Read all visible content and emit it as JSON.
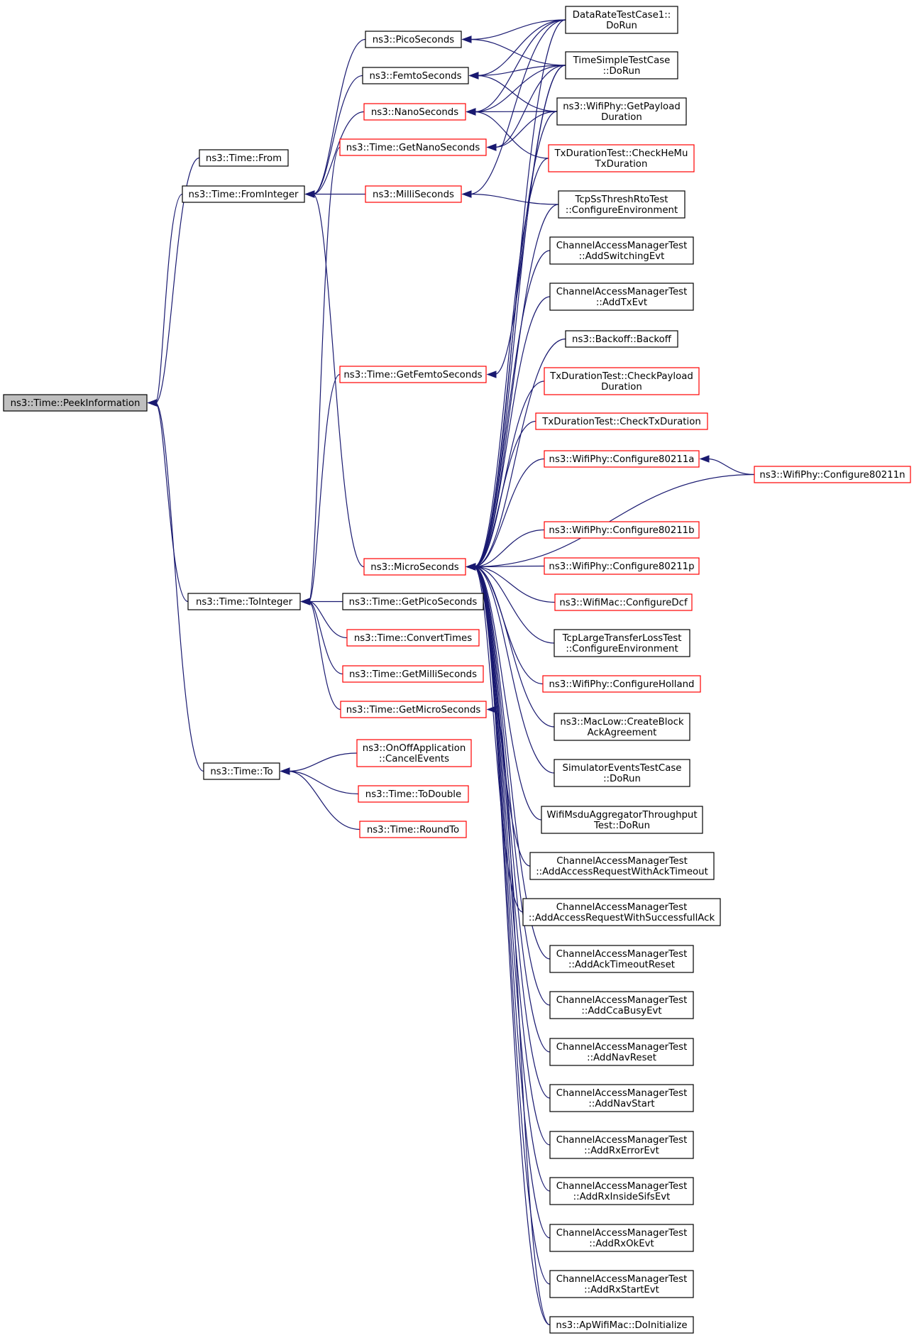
{
  "graph": {
    "colors": {
      "edge": "#191970",
      "normal_border": "#000000",
      "incomplete_border": "#ff0000",
      "focus_fill": "#bfbfbf"
    },
    "nodes": [
      {
        "id": "peek",
        "lines": [
          "ns3::Time::PeekInformation"
        ],
        "style": "focus"
      },
      {
        "id": "from",
        "lines": [
          "ns3::Time::From"
        ],
        "style": "normal"
      },
      {
        "id": "fromint",
        "lines": [
          "ns3::Time::FromInteger"
        ],
        "style": "normal"
      },
      {
        "id": "toint",
        "lines": [
          "ns3::Time::ToInteger"
        ],
        "style": "normal"
      },
      {
        "id": "to",
        "lines": [
          "ns3::Time::To"
        ],
        "style": "normal"
      },
      {
        "id": "pico",
        "lines": [
          "ns3::PicoSeconds"
        ],
        "style": "normal"
      },
      {
        "id": "femto",
        "lines": [
          "ns3::FemtoSeconds"
        ],
        "style": "normal"
      },
      {
        "id": "nano",
        "lines": [
          "ns3::NanoSeconds"
        ],
        "style": "red"
      },
      {
        "id": "getnano",
        "lines": [
          "ns3::Time::GetNanoSeconds"
        ],
        "style": "red"
      },
      {
        "id": "milli",
        "lines": [
          "ns3::MilliSeconds"
        ],
        "style": "red"
      },
      {
        "id": "getfemto",
        "lines": [
          "ns3::Time::GetFemtoSeconds"
        ],
        "style": "red"
      },
      {
        "id": "micro",
        "lines": [
          "ns3::MicroSeconds"
        ],
        "style": "red"
      },
      {
        "id": "getpico",
        "lines": [
          "ns3::Time::GetPicoSeconds"
        ],
        "style": "normal"
      },
      {
        "id": "convert",
        "lines": [
          "ns3::Time::ConvertTimes"
        ],
        "style": "red"
      },
      {
        "id": "getmilli",
        "lines": [
          "ns3::Time::GetMilliSeconds"
        ],
        "style": "red"
      },
      {
        "id": "getmicro",
        "lines": [
          "ns3::Time::GetMicroSeconds"
        ],
        "style": "red"
      },
      {
        "id": "onoff",
        "lines": [
          "ns3::OnOffApplication",
          "::CancelEvents"
        ],
        "style": "red"
      },
      {
        "id": "todouble",
        "lines": [
          "ns3::Time::ToDouble"
        ],
        "style": "red"
      },
      {
        "id": "roundto",
        "lines": [
          "ns3::Time::RoundTo"
        ],
        "style": "red"
      },
      {
        "id": "datarate",
        "lines": [
          "DataRateTestCase1::",
          "DoRun"
        ],
        "style": "normal"
      },
      {
        "id": "timesimple",
        "lines": [
          "TimeSimpleTestCase",
          "::DoRun"
        ],
        "style": "normal"
      },
      {
        "id": "payload",
        "lines": [
          "ns3::WifiPhy::GetPayload",
          "Duration"
        ],
        "style": "normal"
      },
      {
        "id": "txdurhemu",
        "lines": [
          "TxDurationTest::CheckHeMu",
          "TxDuration"
        ],
        "style": "red"
      },
      {
        "id": "tcpss",
        "lines": [
          "TcpSsThreshRtoTest",
          "::ConfigureEnvironment"
        ],
        "style": "normal"
      },
      {
        "id": "cam_switch",
        "lines": [
          "ChannelAccessManagerTest",
          "::AddSwitchingEvt"
        ],
        "style": "normal"
      },
      {
        "id": "cam_tx",
        "lines": [
          "ChannelAccessManagerTest",
          "::AddTxEvt"
        ],
        "style": "normal"
      },
      {
        "id": "backoff",
        "lines": [
          "ns3::Backoff::Backoff"
        ],
        "style": "normal"
      },
      {
        "id": "txdurpayload",
        "lines": [
          "TxDurationTest::CheckPayload",
          "Duration"
        ],
        "style": "red"
      },
      {
        "id": "txdurcheck",
        "lines": [
          "TxDurationTest::CheckTxDuration"
        ],
        "style": "red"
      },
      {
        "id": "cfg_a",
        "lines": [
          "ns3::WifiPhy::Configure80211a"
        ],
        "style": "red"
      },
      {
        "id": "cfg_n",
        "lines": [
          "ns3::WifiPhy::Configure80211n"
        ],
        "style": "red"
      },
      {
        "id": "cfg_b",
        "lines": [
          "ns3::WifiPhy::Configure80211b"
        ],
        "style": "red"
      },
      {
        "id": "cfg_p",
        "lines": [
          "ns3::WifiPhy::Configure80211p"
        ],
        "style": "red"
      },
      {
        "id": "cfg_dcf",
        "lines": [
          "ns3::WifiMac::ConfigureDcf"
        ],
        "style": "red"
      },
      {
        "id": "tcplarge",
        "lines": [
          "TcpLargeTransferLossTest",
          "::ConfigureEnvironment"
        ],
        "style": "normal"
      },
      {
        "id": "cfg_holland",
        "lines": [
          "ns3::WifiPhy::ConfigureHolland"
        ],
        "style": "red"
      },
      {
        "id": "maclow",
        "lines": [
          "ns3::MacLow::CreateBlock",
          "AckAgreement"
        ],
        "style": "normal"
      },
      {
        "id": "simevents",
        "lines": [
          "SimulatorEventsTestCase",
          "::DoRun"
        ],
        "style": "normal"
      },
      {
        "id": "wifimsdu",
        "lines": [
          "WifiMsduAggregatorThroughput",
          "Test::DoRun"
        ],
        "style": "normal"
      },
      {
        "id": "cam_ackto",
        "lines": [
          "ChannelAccessManagerTest",
          "::AddAccessRequestWithAckTimeout"
        ],
        "style": "normal"
      },
      {
        "id": "cam_success",
        "lines": [
          "ChannelAccessManagerTest",
          "::AddAccessRequestWithSuccessfullAck"
        ],
        "style": "normal"
      },
      {
        "id": "cam_acktoreset",
        "lines": [
          "ChannelAccessManagerTest",
          "::AddAckTimeoutReset"
        ],
        "style": "normal"
      },
      {
        "id": "cam_cca",
        "lines": [
          "ChannelAccessManagerTest",
          "::AddCcaBusyEvt"
        ],
        "style": "normal"
      },
      {
        "id": "cam_navreset",
        "lines": [
          "ChannelAccessManagerTest",
          "::AddNavReset"
        ],
        "style": "normal"
      },
      {
        "id": "cam_navstart",
        "lines": [
          "ChannelAccessManagerTest",
          "::AddNavStart"
        ],
        "style": "normal"
      },
      {
        "id": "cam_rxerr",
        "lines": [
          "ChannelAccessManagerTest",
          "::AddRxErrorEvt"
        ],
        "style": "normal"
      },
      {
        "id": "cam_rxsifs",
        "lines": [
          "ChannelAccessManagerTest",
          "::AddRxInsideSifsEvt"
        ],
        "style": "normal"
      },
      {
        "id": "cam_rxok",
        "lines": [
          "ChannelAccessManagerTest",
          "::AddRxOkEvt"
        ],
        "style": "normal"
      },
      {
        "id": "cam_rxstart",
        "lines": [
          "ChannelAccessManagerTest",
          "::AddRxStartEvt"
        ],
        "style": "normal"
      },
      {
        "id": "apwifi",
        "lines": [
          "ns3::ApWifiMac::DoInitialize"
        ],
        "style": "normal"
      }
    ],
    "edges": [
      [
        "peek",
        "from"
      ],
      [
        "peek",
        "fromint"
      ],
      [
        "peek",
        "toint"
      ],
      [
        "peek",
        "to"
      ],
      [
        "fromint",
        "pico"
      ],
      [
        "fromint",
        "femto"
      ],
      [
        "fromint",
        "nano"
      ],
      [
        "fromint",
        "milli"
      ],
      [
        "fromint",
        "micro"
      ],
      [
        "toint",
        "getnano"
      ],
      [
        "toint",
        "getfemto"
      ],
      [
        "toint",
        "getpico"
      ],
      [
        "toint",
        "convert"
      ],
      [
        "toint",
        "getmilli"
      ],
      [
        "toint",
        "getmicro"
      ],
      [
        "to",
        "onoff"
      ],
      [
        "to",
        "todouble"
      ],
      [
        "to",
        "roundto"
      ],
      [
        "pico",
        "datarate"
      ],
      [
        "pico",
        "timesimple"
      ],
      [
        "femto",
        "datarate"
      ],
      [
        "femto",
        "timesimple"
      ],
      [
        "femto",
        "payload"
      ],
      [
        "nano",
        "datarate"
      ],
      [
        "nano",
        "timesimple"
      ],
      [
        "nano",
        "payload"
      ],
      [
        "nano",
        "txdurhemu"
      ],
      [
        "getnano",
        "timesimple"
      ],
      [
        "getnano",
        "payload"
      ],
      [
        "milli",
        "datarate"
      ],
      [
        "milli",
        "tcpss"
      ],
      [
        "getfemto",
        "timesimple"
      ],
      [
        "getmicro",
        "apwifi"
      ],
      [
        "micro",
        "datarate"
      ],
      [
        "micro",
        "timesimple"
      ],
      [
        "micro",
        "payload"
      ],
      [
        "micro",
        "txdurhemu"
      ],
      [
        "micro",
        "tcpss"
      ],
      [
        "micro",
        "cam_switch"
      ],
      [
        "micro",
        "cam_tx"
      ],
      [
        "micro",
        "backoff"
      ],
      [
        "micro",
        "txdurpayload"
      ],
      [
        "micro",
        "txdurcheck"
      ],
      [
        "micro",
        "cfg_a"
      ],
      [
        "micro",
        "cfg_n"
      ],
      [
        "micro",
        "cfg_b"
      ],
      [
        "micro",
        "cfg_p"
      ],
      [
        "micro",
        "cfg_dcf"
      ],
      [
        "micro",
        "tcplarge"
      ],
      [
        "micro",
        "cfg_holland"
      ],
      [
        "micro",
        "maclow"
      ],
      [
        "micro",
        "simevents"
      ],
      [
        "micro",
        "wifimsdu"
      ],
      [
        "micro",
        "cam_ackto"
      ],
      [
        "micro",
        "cam_success"
      ],
      [
        "micro",
        "cam_acktoreset"
      ],
      [
        "micro",
        "cam_cca"
      ],
      [
        "micro",
        "cam_navreset"
      ],
      [
        "micro",
        "cam_navstart"
      ],
      [
        "micro",
        "cam_rxerr"
      ],
      [
        "micro",
        "cam_rxsifs"
      ],
      [
        "micro",
        "cam_rxok"
      ],
      [
        "micro",
        "cam_rxstart"
      ],
      [
        "micro",
        "apwifi"
      ],
      [
        "cfg_a",
        "cfg_n"
      ]
    ]
  }
}
